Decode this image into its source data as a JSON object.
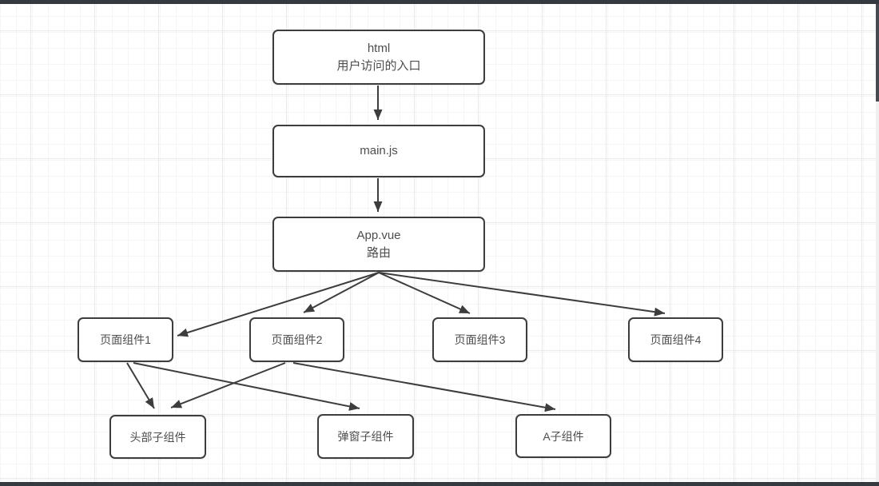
{
  "colors": {
    "stroke": "#3d3d3d",
    "node_text": "#4d4d4d",
    "node_fill": "#ffffff",
    "window_edge": "#343a40",
    "scrollbar_thumb": "#454b51",
    "scrollbar_track": "#f0f0f0",
    "grid_minor": "#f5f5f5",
    "grid_major": "#eaeaea"
  },
  "diagram": {
    "nodes": [
      {
        "id": "html",
        "lines": [
          "html",
          "用户访问的入口"
        ]
      },
      {
        "id": "main-js",
        "lines": [
          "main.js"
        ]
      },
      {
        "id": "app-vue",
        "lines": [
          "App.vue",
          "路由"
        ]
      },
      {
        "id": "page-component-1",
        "lines": [
          "页面组件1"
        ]
      },
      {
        "id": "page-component-2",
        "lines": [
          "页面组件2"
        ]
      },
      {
        "id": "page-component-3",
        "lines": [
          "页面组件3"
        ]
      },
      {
        "id": "page-component-4",
        "lines": [
          "页面组件4"
        ]
      },
      {
        "id": "header-child",
        "lines": [
          "头部子组件"
        ]
      },
      {
        "id": "popup-child",
        "lines": [
          "弹窗子组件"
        ]
      },
      {
        "id": "a-child",
        "lines": [
          "A子组件"
        ]
      }
    ],
    "edges": [
      {
        "from": "html",
        "to": "main-js"
      },
      {
        "from": "main-js",
        "to": "app-vue"
      },
      {
        "from": "app-vue",
        "to": "page-component-1"
      },
      {
        "from": "app-vue",
        "to": "page-component-2"
      },
      {
        "from": "app-vue",
        "to": "page-component-3"
      },
      {
        "from": "app-vue",
        "to": "page-component-4"
      },
      {
        "from": "page-component-1",
        "to": "header-child"
      },
      {
        "from": "page-component-1",
        "to": "popup-child"
      },
      {
        "from": "page-component-2",
        "to": "header-child"
      },
      {
        "from": "page-component-2",
        "to": "a-child"
      }
    ]
  }
}
